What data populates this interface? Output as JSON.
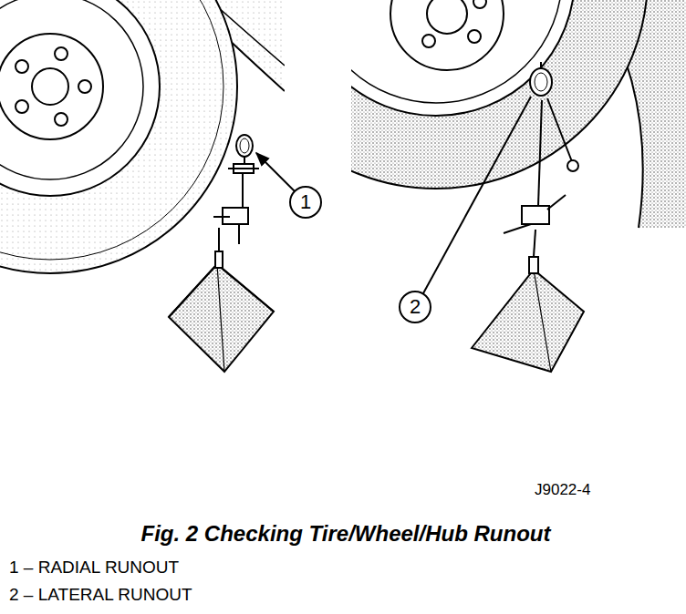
{
  "diagram": {
    "caption": "Fig. 2 Checking Tire/Wheel/Hub Runout",
    "labels": [
      "1",
      "2",
      "J9022-4",
      "1 – RADIAL RUNOUT",
      "2 – LATERAL RUNOUT"
    ]
  }
}
